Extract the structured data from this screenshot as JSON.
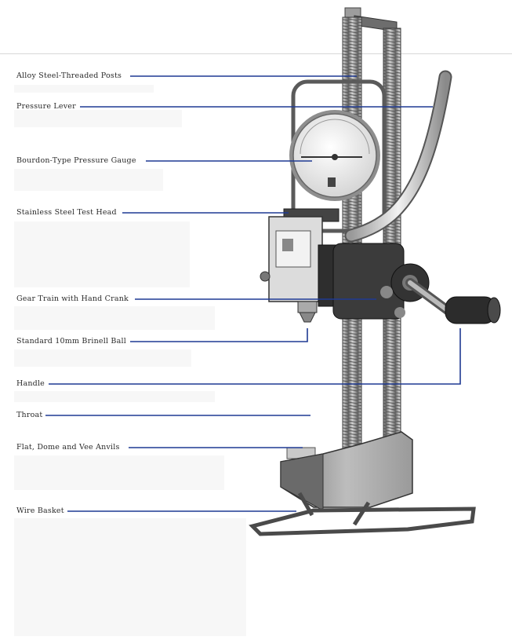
{
  "labels": [
    {
      "id": "posts",
      "text": "Alloy Steel-Threaded Posts"
    },
    {
      "id": "lever",
      "text": "Pressure Lever"
    },
    {
      "id": "gauge",
      "text": "Bourdon-Type Pressure Gauge"
    },
    {
      "id": "head",
      "text": "Stainless Steel Test Head"
    },
    {
      "id": "gear",
      "text": "Gear Train with Hand Crank"
    },
    {
      "id": "ball",
      "text": "Standard 10mm Brinell Ball"
    },
    {
      "id": "handle",
      "text": "Handle"
    },
    {
      "id": "throat",
      "text": "Throat"
    },
    {
      "id": "anvils",
      "text": "Flat, Dome and Vee Anvils"
    },
    {
      "id": "basket",
      "text": "Wire Basket"
    }
  ],
  "colors": {
    "leader": "#1f3a93",
    "metal_dark": "#3a3a3a",
    "metal_mid": "#8c8c8c",
    "metal_light": "#cfcfcf"
  }
}
